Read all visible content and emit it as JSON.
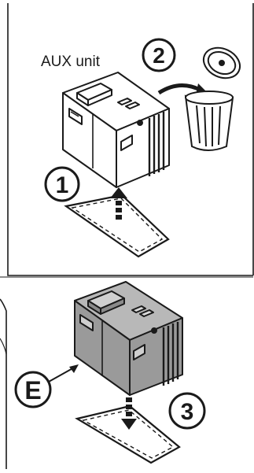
{
  "labels": {
    "aux_unit": "AUX unit",
    "step1": "1",
    "step2": "2",
    "step3": "3",
    "part_e": "E"
  },
  "colors": {
    "line": "#1a1a1a",
    "unit_new_fill": "#ffffff",
    "unit_old_fill": "#9a9a9a",
    "unit_old_top": "#b8b8b8",
    "background": "#ffffff"
  },
  "icons": {
    "trash": "trash-can-icon",
    "recycle_arrow": "curved-arrow-icon",
    "remove_arrow": "up-arrow-icon",
    "install_arrow": "down-arrow-icon"
  }
}
